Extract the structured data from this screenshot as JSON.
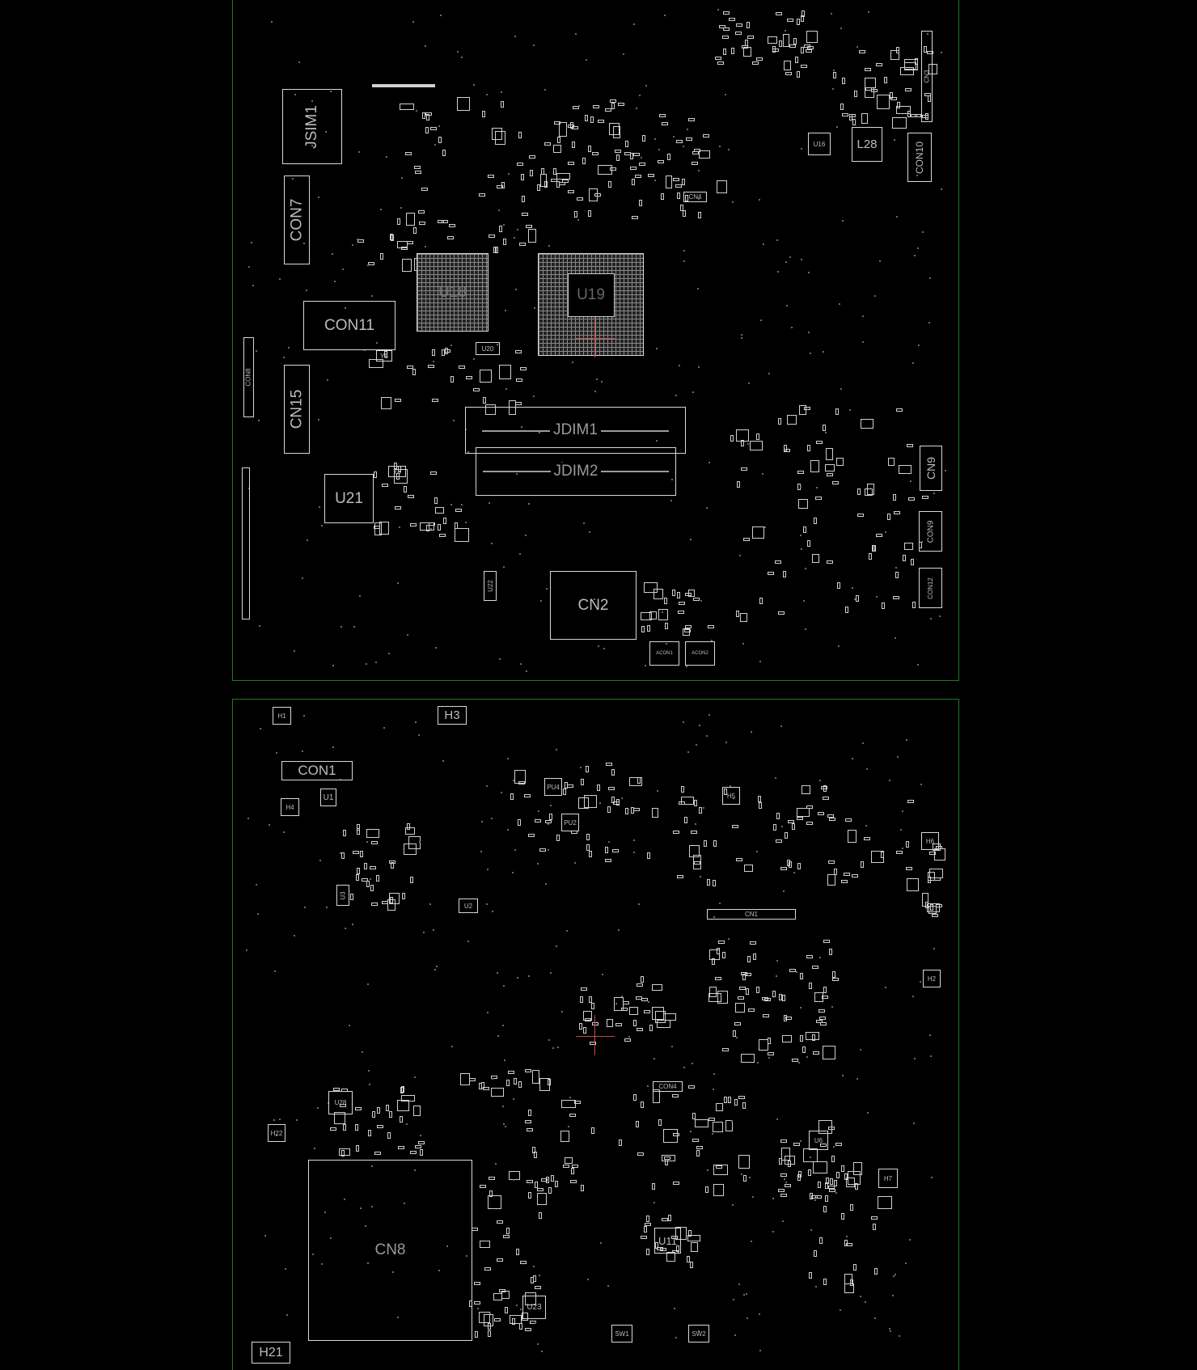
{
  "top_side": {
    "components": {
      "jsim1": "JSIM1",
      "con7": "CON7",
      "con11": "CON11",
      "cn15": "CN15",
      "u18": "U18",
      "u19": "U19",
      "jdim1": "JDIM1",
      "jdim2": "JDIM2",
      "u21": "U21",
      "cn2": "CN2",
      "l28": "L28",
      "con10": "CON10",
      "cn3": "CN3",
      "u16": "U16",
      "cn9": "CN9",
      "con9": "CON9",
      "con12": "CON12",
      "acon1": "ACON1",
      "acon2": "ACON2",
      "u20": "U20",
      "u22": "U22",
      "y5": "Y5",
      "y8": "Y8",
      "cn4": "CN4",
      "con8": "CON8"
    }
  },
  "bottom_side": {
    "components": {
      "con1": "CON1",
      "h3": "H3",
      "h1": "H1",
      "h4": "H4",
      "u1": "U1",
      "u3": "U3",
      "u2": "U2",
      "pu4": "PU4",
      "pu2": "PU2",
      "h5": "H5",
      "h6": "H6",
      "cn1": "CN1",
      "h2": "H2",
      "con4": "CON4",
      "u28": "U28",
      "h22": "H22",
      "cn8": "CN8",
      "h21": "H21",
      "u11": "U11",
      "u23": "U23",
      "u6": "U6",
      "h7": "H7",
      "sw1": "SW1",
      "sw2": "SW2"
    }
  },
  "colors": {
    "board_outline": "#1f7a1f",
    "silkscreen": "#d8d8d8",
    "cursor": "#cc4444"
  }
}
